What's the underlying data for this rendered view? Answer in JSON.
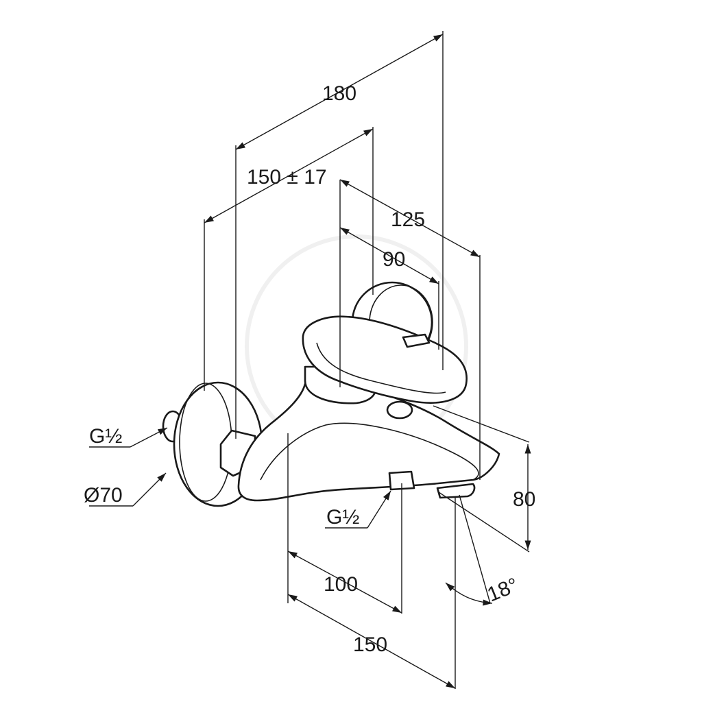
{
  "drawing": {
    "dimensions": {
      "d180": "180",
      "d150_tol": "150 ± 17",
      "d125": "125",
      "d90": "90",
      "d80": "80",
      "d100": "100",
      "d150_bottom": "150",
      "angle": "18°"
    },
    "callouts": {
      "inlet_thread": "G½",
      "rosette_diameter": "Ø70",
      "outlet_thread": "G½"
    }
  }
}
